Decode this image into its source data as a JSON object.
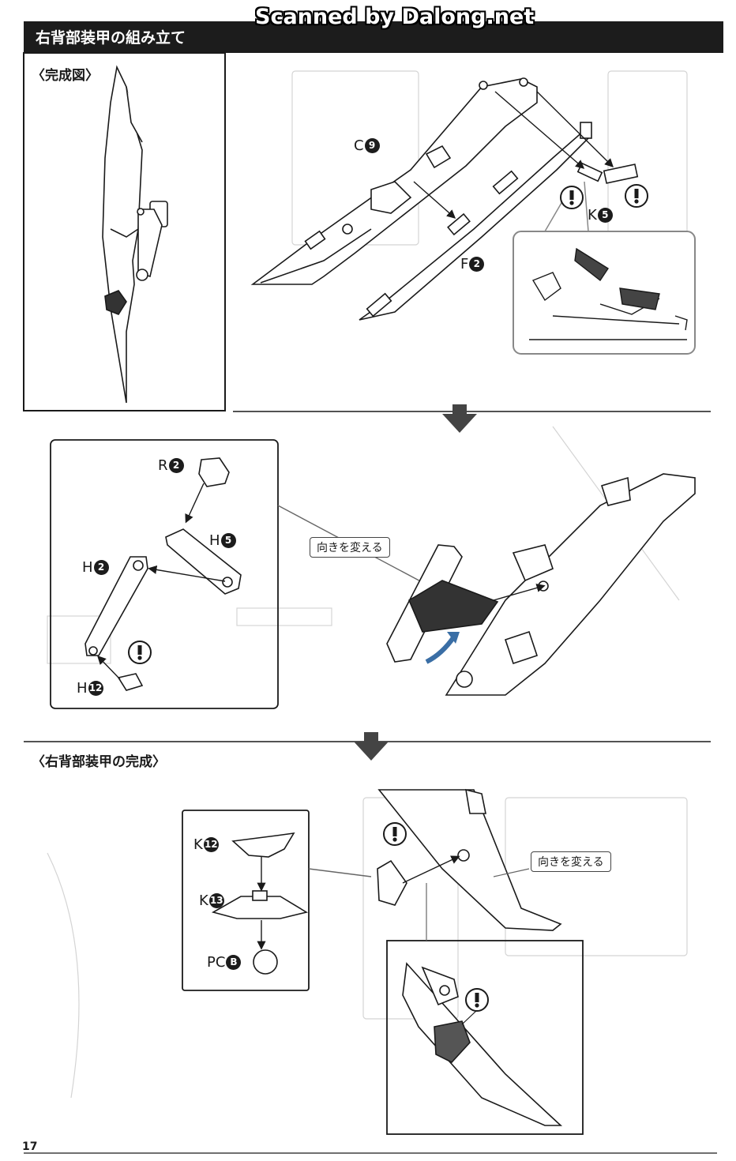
{
  "watermark": "Scanned by Dalong.net",
  "header": {
    "title": "右背部装甲の組み立て"
  },
  "step1": {
    "complete_label": "〈完成図〉",
    "parts": {
      "c": "C",
      "c_no": "9",
      "f": "F",
      "f_no": "2",
      "k": "K",
      "k_no": "5"
    }
  },
  "step2": {
    "parts": {
      "r": "R",
      "r_no": "2",
      "h5": "H",
      "h5_no": "5",
      "h2": "H",
      "h2_no": "2",
      "h12": "H",
      "h12_no": "12"
    },
    "callout": "向きを変える"
  },
  "step3": {
    "title": "〈右背部装甲の完成〉",
    "parts": {
      "k12": "K",
      "k12_no": "12",
      "k13": "K",
      "k13_no": "13",
      "pc": "PC",
      "pc_no": "B"
    },
    "callout": "向きを変える"
  },
  "page_number": "17",
  "icons": [
    "warning-icon",
    "arrow-down-icon"
  ]
}
